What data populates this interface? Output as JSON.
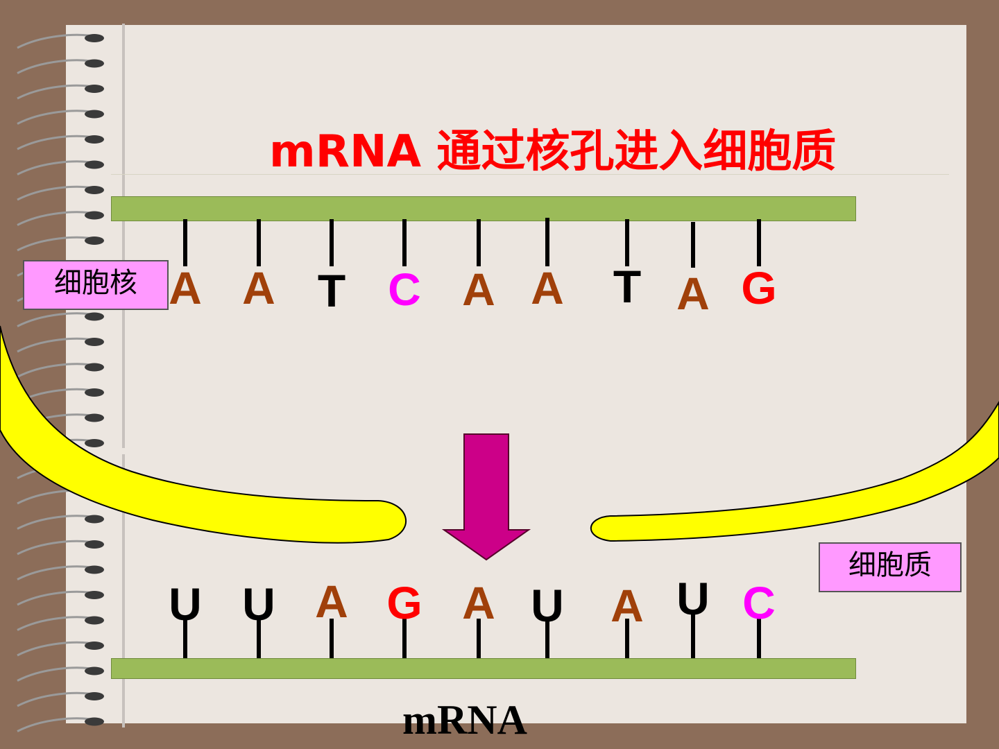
{
  "title": "mRNA 通过核孔进入细胞质",
  "labels": {
    "nucleus": "细胞核",
    "cytoplasm": "细胞质",
    "mrna": "mRNA"
  },
  "dna_strand": [
    {
      "base": "A",
      "color": "#a0400a"
    },
    {
      "base": "A",
      "color": "#a0400a"
    },
    {
      "base": "T",
      "color": "#000000"
    },
    {
      "base": "C",
      "color": "#ff00ff"
    },
    {
      "base": "A",
      "color": "#a0400a"
    },
    {
      "base": "A",
      "color": "#a0400a"
    },
    {
      "base": "T",
      "color": "#000000"
    },
    {
      "base": "A",
      "color": "#a0400a"
    },
    {
      "base": "G",
      "color": "#ff0000"
    }
  ],
  "mrna_strand": [
    {
      "base": "U",
      "color": "#000000"
    },
    {
      "base": "U",
      "color": "#000000"
    },
    {
      "base": "A",
      "color": "#a0400a"
    },
    {
      "base": "G",
      "color": "#ff0000"
    },
    {
      "base": "A",
      "color": "#a0400a"
    },
    {
      "base": "U",
      "color": "#000000"
    },
    {
      "base": "A",
      "color": "#a0400a"
    },
    {
      "base": "U",
      "color": "#000000"
    },
    {
      "base": "C",
      "color": "#ff00ff"
    }
  ],
  "colors": {
    "strand": "#9bbb59",
    "membrane": "#ffff00",
    "arrow": "#cc0088",
    "label_bg": "#ff99ff"
  }
}
